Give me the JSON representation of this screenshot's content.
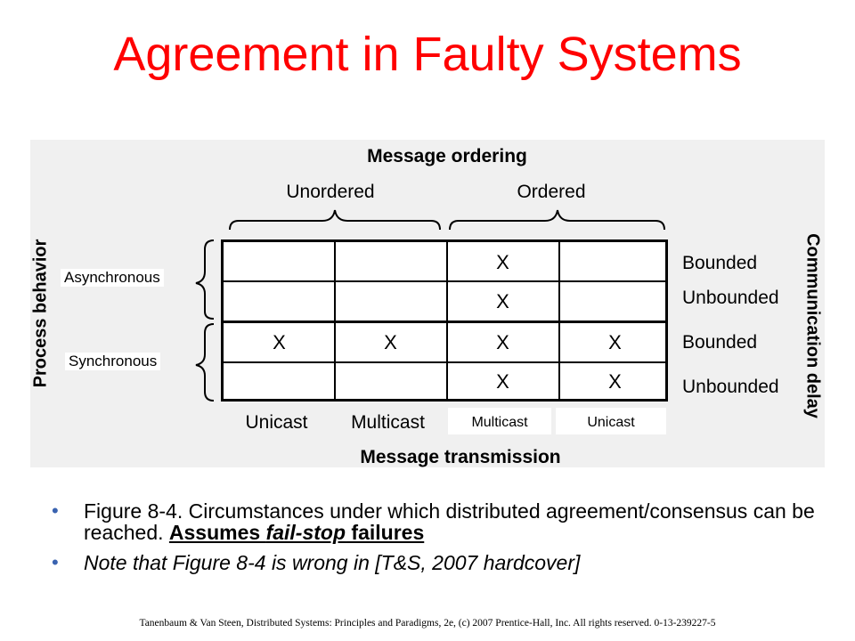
{
  "slide": {
    "title": "Agreement in Faulty Systems",
    "title_color": "#ff0000"
  },
  "figure": {
    "top_heading": "Message ordering",
    "group_left": "Unordered",
    "group_right": "Ordered",
    "left_axis": "Process behavior",
    "right_axis": "Communication delay",
    "bottom_heading": "Message transmission",
    "process_rows": [
      "Asynchronous",
      "Synchronous"
    ],
    "delay_labels": [
      "Bounded",
      "Unbounded",
      "Bounded",
      "Unbounded"
    ],
    "transmission_labels": [
      "Unicast",
      "Multicast",
      "Multicast",
      "Unicast"
    ],
    "cells": [
      [
        "",
        "",
        "X",
        ""
      ],
      [
        "",
        "",
        "X",
        ""
      ],
      [
        "X",
        "X",
        "X",
        "X"
      ],
      [
        "",
        "",
        "X",
        "X"
      ]
    ]
  },
  "bullets": {
    "b1_text": "Figure 8-4. Circumstances under which distributed agreement/consensus can be reached. ",
    "b1_assumes": "Assumes ",
    "b1_failstop": "fail-stop",
    "b1_failures": " failures",
    "b2_text": "Note that Figure 8-4 is wrong in [T&S, 2007 hardcover]",
    "bullet_glyph": "•",
    "bullet_color": "#3a63b0"
  },
  "footer": "Tanenbaum & Van Steen, Distributed Systems: Principles and Paradigms, 2e, (c) 2007 Prentice-Hall, Inc. All rights reserved. 0-13-239227-5"
}
